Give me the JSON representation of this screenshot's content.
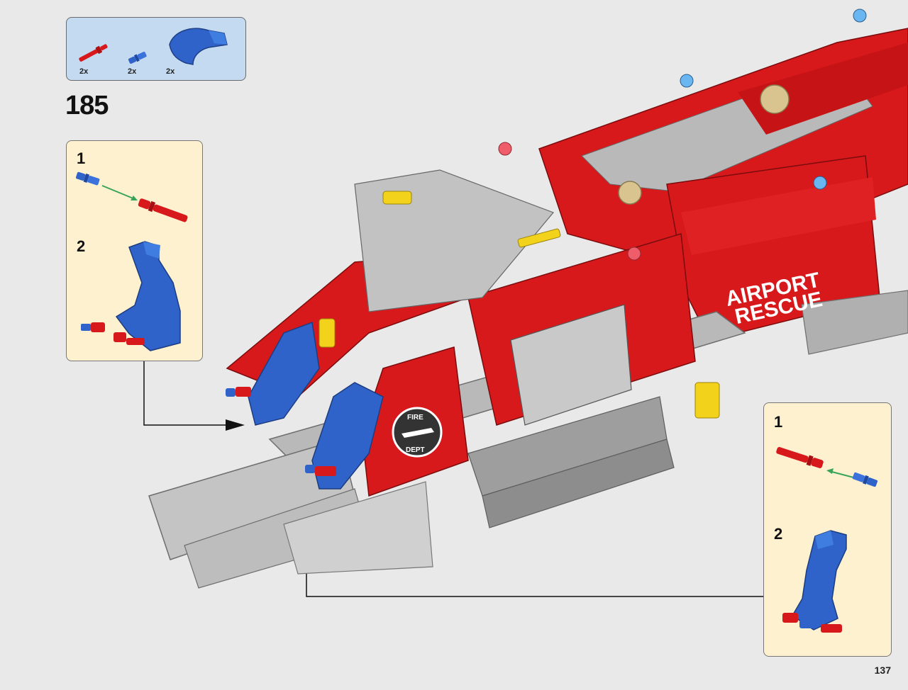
{
  "parts_list": {
    "items": [
      {
        "name": "red-axle-pin",
        "qty": "2x",
        "color": "#d8191c"
      },
      {
        "name": "blue-connector-pin",
        "qty": "2x",
        "color": "#2f63c9"
      },
      {
        "name": "blue-seat-panel",
        "qty": "2x",
        "color": "#2f63c9"
      }
    ]
  },
  "step": {
    "number": "185"
  },
  "left_callout": {
    "substeps": [
      "1",
      "2"
    ]
  },
  "right_callout": {
    "substeps": [
      "1",
      "2"
    ]
  },
  "model_label": {
    "line1": "AIRPORT",
    "line2": "RESCUE"
  },
  "emblem": {
    "top": "FIRE",
    "bottom": "DEPT"
  },
  "page": {
    "number": "137"
  },
  "colors": {
    "red": "#d8191c",
    "blue": "#2f63c9",
    "light_gray": "#b9b9b9",
    "dark_gray": "#6e6e6e",
    "yellow": "#f2d21a",
    "tan": "#d9c48f"
  }
}
